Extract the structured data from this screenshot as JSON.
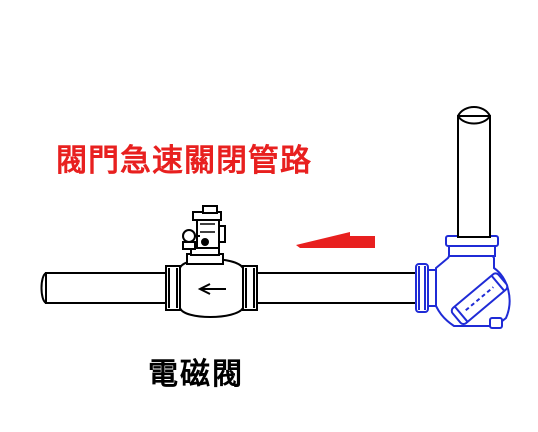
{
  "diagram": {
    "title": "閥門急速關閉管路",
    "valve_label": "電磁閥",
    "colors": {
      "title": "#e8201f",
      "flow_arrow": "#e8201f",
      "pipe_outline": "#000000",
      "fitting_outline": "#1f2bd6",
      "background": "#ffffff"
    },
    "icons": {
      "flow_direction": "flow-arrow-left",
      "valve_arrow": "arrow-left"
    }
  }
}
